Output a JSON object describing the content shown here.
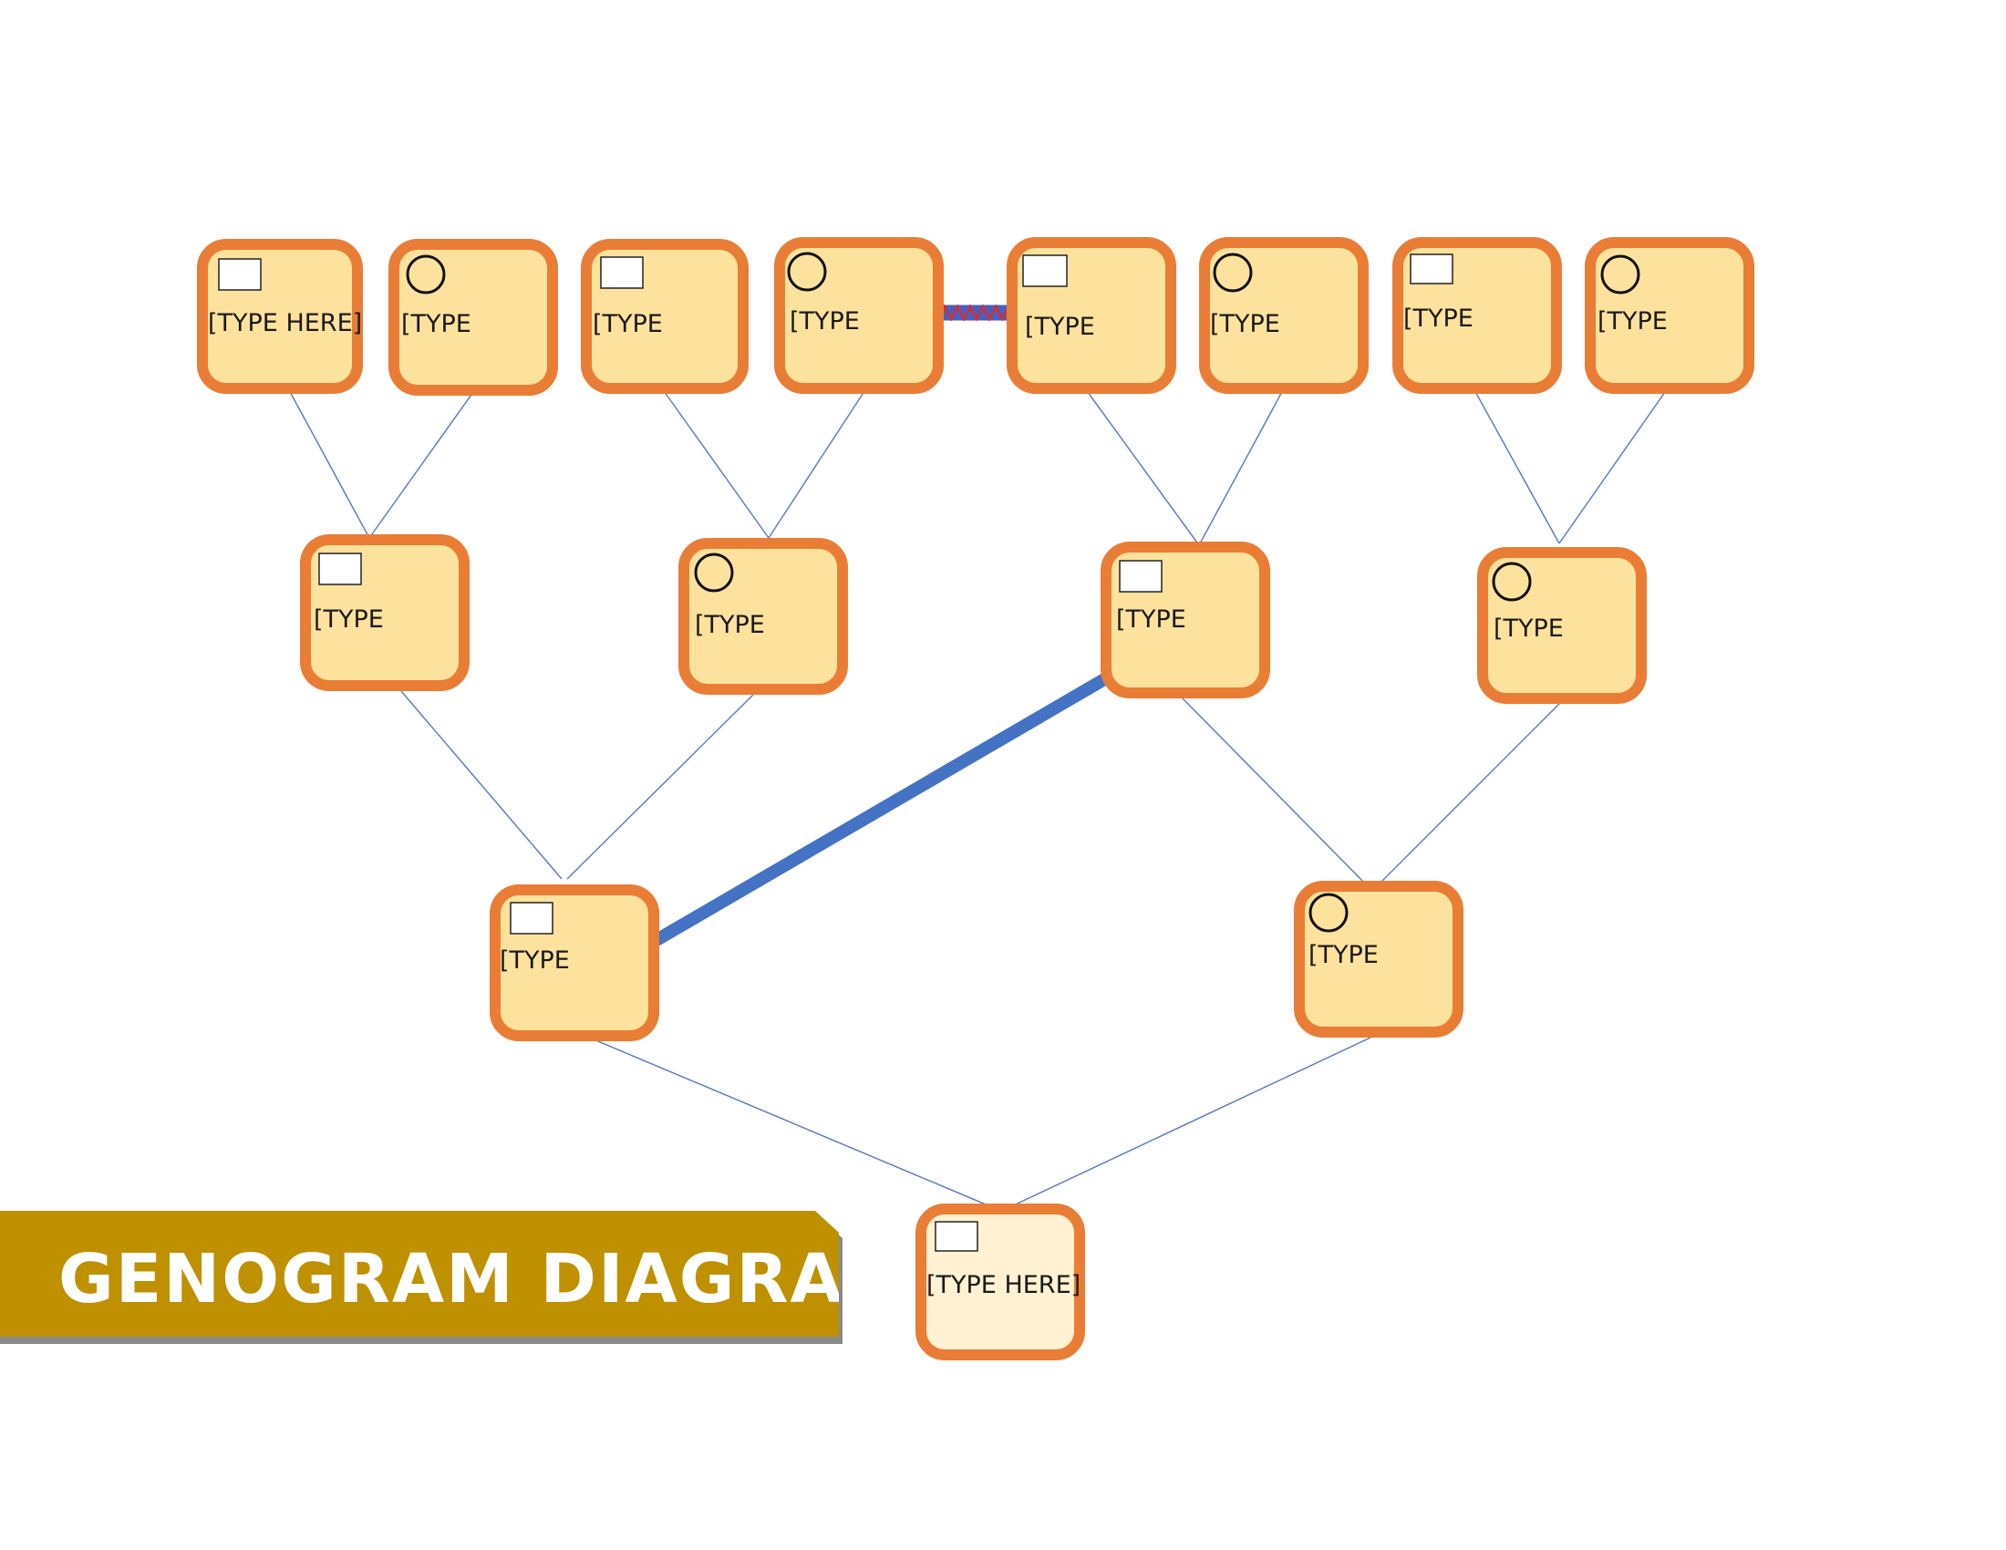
{
  "title": "GENOGRAM DIAGRAM",
  "colors": {
    "node_fill": "#fde29d",
    "node_border": "#ea7d35",
    "root_fill": "#fff1d2",
    "banner": "#bf9000",
    "marriage_line": "#4472c4",
    "conflict_line": "#d42d2d"
  },
  "nodes": [
    {
      "id": "gen1-1",
      "symbol": "square",
      "label": "[TYPE HERE]"
    },
    {
      "id": "gen1-2",
      "symbol": "circle",
      "label": "[TYPE"
    },
    {
      "id": "gen1-3",
      "symbol": "square",
      "label": "[TYPE"
    },
    {
      "id": "gen1-4",
      "symbol": "circle",
      "label": "[TYPE"
    },
    {
      "id": "gen1-5",
      "symbol": "square",
      "label": "[TYPE"
    },
    {
      "id": "gen1-6",
      "symbol": "circle",
      "label": "[TYPE"
    },
    {
      "id": "gen1-7",
      "symbol": "square",
      "label": "[TYPE"
    },
    {
      "id": "gen1-8",
      "symbol": "circle",
      "label": "[TYPE"
    },
    {
      "id": "gen2-1",
      "symbol": "square",
      "label": "[TYPE"
    },
    {
      "id": "gen2-2",
      "symbol": "circle",
      "label": "[TYPE"
    },
    {
      "id": "gen2-3",
      "symbol": "square",
      "label": "[TYPE"
    },
    {
      "id": "gen2-4",
      "symbol": "circle",
      "label": "[TYPE"
    },
    {
      "id": "gen3-1",
      "symbol": "square",
      "label": "[TYPE"
    },
    {
      "id": "gen3-2",
      "symbol": "circle",
      "label": "[TYPE"
    },
    {
      "id": "gen4-1",
      "symbol": "square",
      "label": "[TYPE HERE]"
    }
  ],
  "parent_links": [
    {
      "parents": [
        "gen1-1",
        "gen1-2"
      ],
      "child": "gen2-1"
    },
    {
      "parents": [
        "gen1-3",
        "gen1-4"
      ],
      "child": "gen2-2"
    },
    {
      "parents": [
        "gen1-5",
        "gen1-6"
      ],
      "child": "gen2-3"
    },
    {
      "parents": [
        "gen1-7",
        "gen1-8"
      ],
      "child": "gen2-4"
    },
    {
      "parents": [
        "gen2-1",
        "gen2-2"
      ],
      "child": "gen3-1"
    },
    {
      "parents": [
        "gen2-3",
        "gen2-4"
      ],
      "child": "gen3-2"
    },
    {
      "parents": [
        "gen3-1",
        "gen3-2"
      ],
      "child": "gen4-1"
    }
  ],
  "relationships": [
    {
      "type": "marriage",
      "between": [
        "gen3-1",
        "gen2-3"
      ]
    },
    {
      "type": "conflict",
      "between": [
        "gen1-4",
        "gen1-5"
      ]
    }
  ]
}
